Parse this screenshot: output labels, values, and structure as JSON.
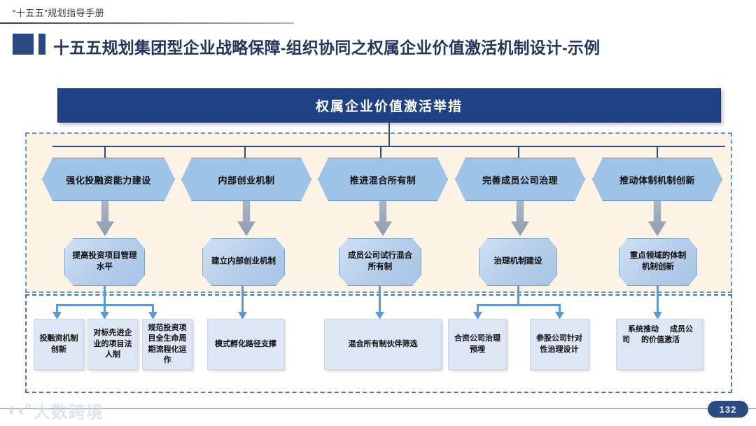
{
  "header": {
    "kicker": "“十五五”规划指导手册",
    "title": "十五五规划集团型企业战略保障-组织协同之权属企业价值激活机制设计-示例"
  },
  "banner": {
    "label": "权属企业价值激活举措"
  },
  "colors": {
    "brand_dark_blue": "#1f4287",
    "title_blue": "#22355e",
    "hex_blue": "#9dc3e6",
    "leaf_blue": "#dde6f4",
    "region_cream": "#fdf3e4",
    "connector_blue": "#5b9bd5",
    "accent_red": "#e8262a"
  },
  "pillars": [
    {
      "label": "强化投融资能力建设"
    },
    {
      "label": "内部创业机制"
    },
    {
      "label": "推进混合所有制"
    },
    {
      "label": "完善成员公司治理"
    },
    {
      "label": "推动体制机制创新"
    }
  ],
  "initiatives": [
    {
      "label": "提高投资项目管理水平"
    },
    {
      "label": "建立内部创业机制"
    },
    {
      "label": "成员公司试行混合所有制"
    },
    {
      "label": "治理机制建设"
    },
    {
      "label": "重点领域的体制机制创新"
    }
  ],
  "actions": [
    {
      "label": "投融资机制创新"
    },
    {
      "label": "对标先进企业的项目法人制"
    },
    {
      "label": "规范投资项目全生命周期流程化运作"
    },
    {
      "label": "模式孵化路径支撑"
    },
    {
      "label": "混合所有制伙伴筛选"
    },
    {
      "label": "合资公司治理预埋"
    },
    {
      "label": "参股公司针对性治理设计"
    }
  ],
  "highlight_action": {
    "prefix": "系统推动",
    "emphasis": "成员公司",
    "suffix": "的价值激活"
  },
  "footer": {
    "watermark_glyph": "◖◖°",
    "watermark_text": "大数跨境",
    "page_number": "132"
  }
}
